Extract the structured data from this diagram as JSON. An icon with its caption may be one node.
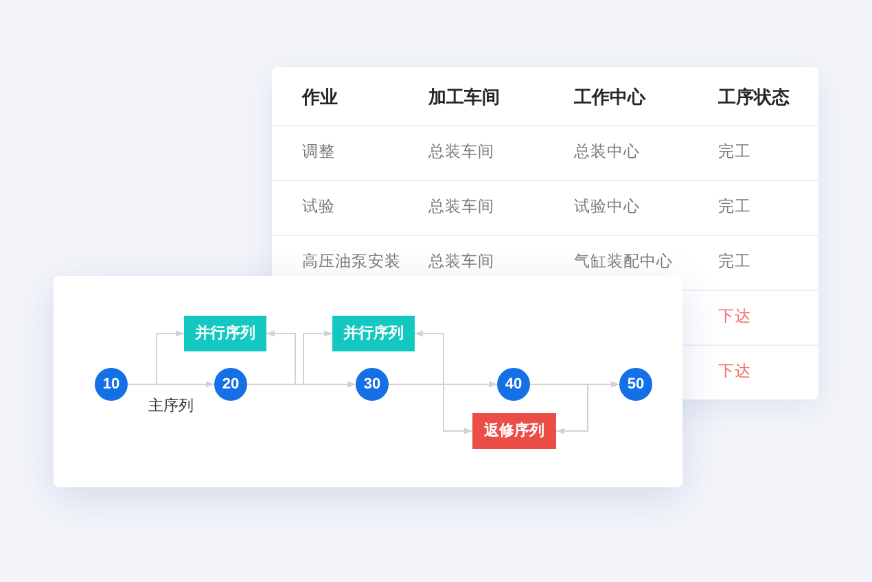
{
  "diagram": {
    "nodes": [
      {
        "text": [
          "10"
        ]
      },
      {
        "text": [
          "20"
        ]
      },
      {
        "text": [
          "30"
        ]
      },
      {
        "text": [
          "40"
        ]
      },
      {
        "text": [
          "50"
        ]
      },
      {
        "text": [
          "并行序列"
        ]
      },
      {
        "text": [
          "并行序列"
        ]
      },
      {
        "text": [
          "返修序列"
        ]
      }
    ],
    "edges": [
      {
        "from": 0,
        "to": 1,
        "arrow": "to",
        "label": "主序列"
      },
      {
        "from": 0,
        "to": 5,
        "arrow": "to"
      },
      {
        "from": 1,
        "to": 2,
        "arrow": "to"
      },
      {
        "from": 1,
        "to": 5,
        "arrow": "to"
      },
      {
        "from": 1,
        "to": 6,
        "arrow": "to"
      },
      {
        "from": 2,
        "to": 3,
        "arrow": "to"
      },
      {
        "from": 2,
        "to": 6,
        "arrow": "to"
      },
      {
        "from": 2,
        "to": 7,
        "arrow": "to"
      },
      {
        "from": 3,
        "to": 4,
        "arrow": "to"
      },
      {
        "from": 3,
        "to": 7,
        "arrow": "to"
      }
    ],
    "labels": [
      "作业",
      "加工车间",
      "工作中心",
      "工序状态",
      "调整",
      "总装车间",
      "总装中心",
      "完工",
      "试验",
      "总装车间",
      "试验中心",
      "完工",
      "高压油泵安装",
      "总装车间",
      "气缸装配中心",
      "完工",
      "下达",
      "下达"
    ]
  }
}
